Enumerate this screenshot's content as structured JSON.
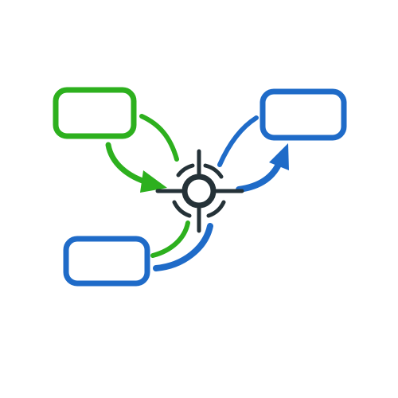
{
  "colors": {
    "green": "#2DB01E",
    "blue": "#1F6BC8",
    "dark": "#253238",
    "background": "#FFFFFF"
  },
  "icons": {
    "center": "crosshair-target-icon",
    "arrow_in": "arrow-head-icon",
    "arrow_out": "arrow-head-icon"
  },
  "nodes": {
    "top_left": {
      "label": "",
      "color": "green"
    },
    "top_right": {
      "label": "",
      "color": "blue"
    },
    "bottom_left": {
      "label": "",
      "color": "blue"
    }
  }
}
